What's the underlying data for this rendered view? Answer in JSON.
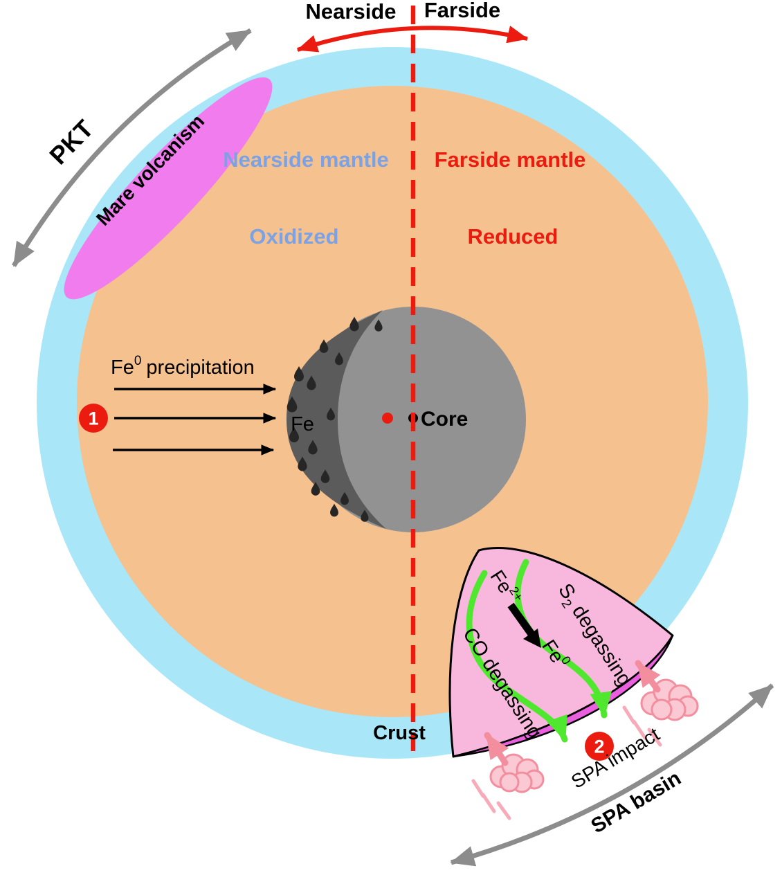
{
  "colors": {
    "crust": "#A9E7F8",
    "mantle": "#F5C18E",
    "core_gray": "#929292",
    "crescent_gray": "#5B5B5B",
    "droplet": "#262626",
    "red": "#EC1B10",
    "blue_text": "#7AA2E4",
    "magenta": "#F07CEE",
    "cone_pink": "#F8B7DC",
    "cone_mouth": "#E95FDE",
    "green": "#4FE82E",
    "gray_arrow": "#8C8C8C",
    "cloud_fill": "#FBC9D4",
    "cloud_stroke": "#F28E9E",
    "cloud_motion": "#F7ABB9"
  },
  "hemispheres": {
    "nearside": "Nearside",
    "farside": "Farside"
  },
  "mantle": {
    "nearside": "Nearside mantle",
    "farside": "Farside mantle",
    "oxidized": "Oxidized",
    "reduced": "Reduced"
  },
  "pkt": {
    "label": "PKT"
  },
  "mare": {
    "label": "Mare volcanism"
  },
  "core": {
    "label": "Core",
    "crescent_label": "Fe"
  },
  "precipitation": {
    "element": "Fe",
    "superscript": "0",
    "process": "precipitation",
    "badge": "1"
  },
  "crust": {
    "label": "Crust"
  },
  "spa": {
    "co_degassing": "CO degassing",
    "s_element": "S",
    "s_subscript": "2",
    "s_process": "degassing",
    "fe2_element": "Fe",
    "fe2_superscript": "2+",
    "fe0_element": "Fe",
    "fe0_superscript": "0",
    "badge": "2",
    "impact": "SPA impact",
    "basin": "SPA basin"
  }
}
